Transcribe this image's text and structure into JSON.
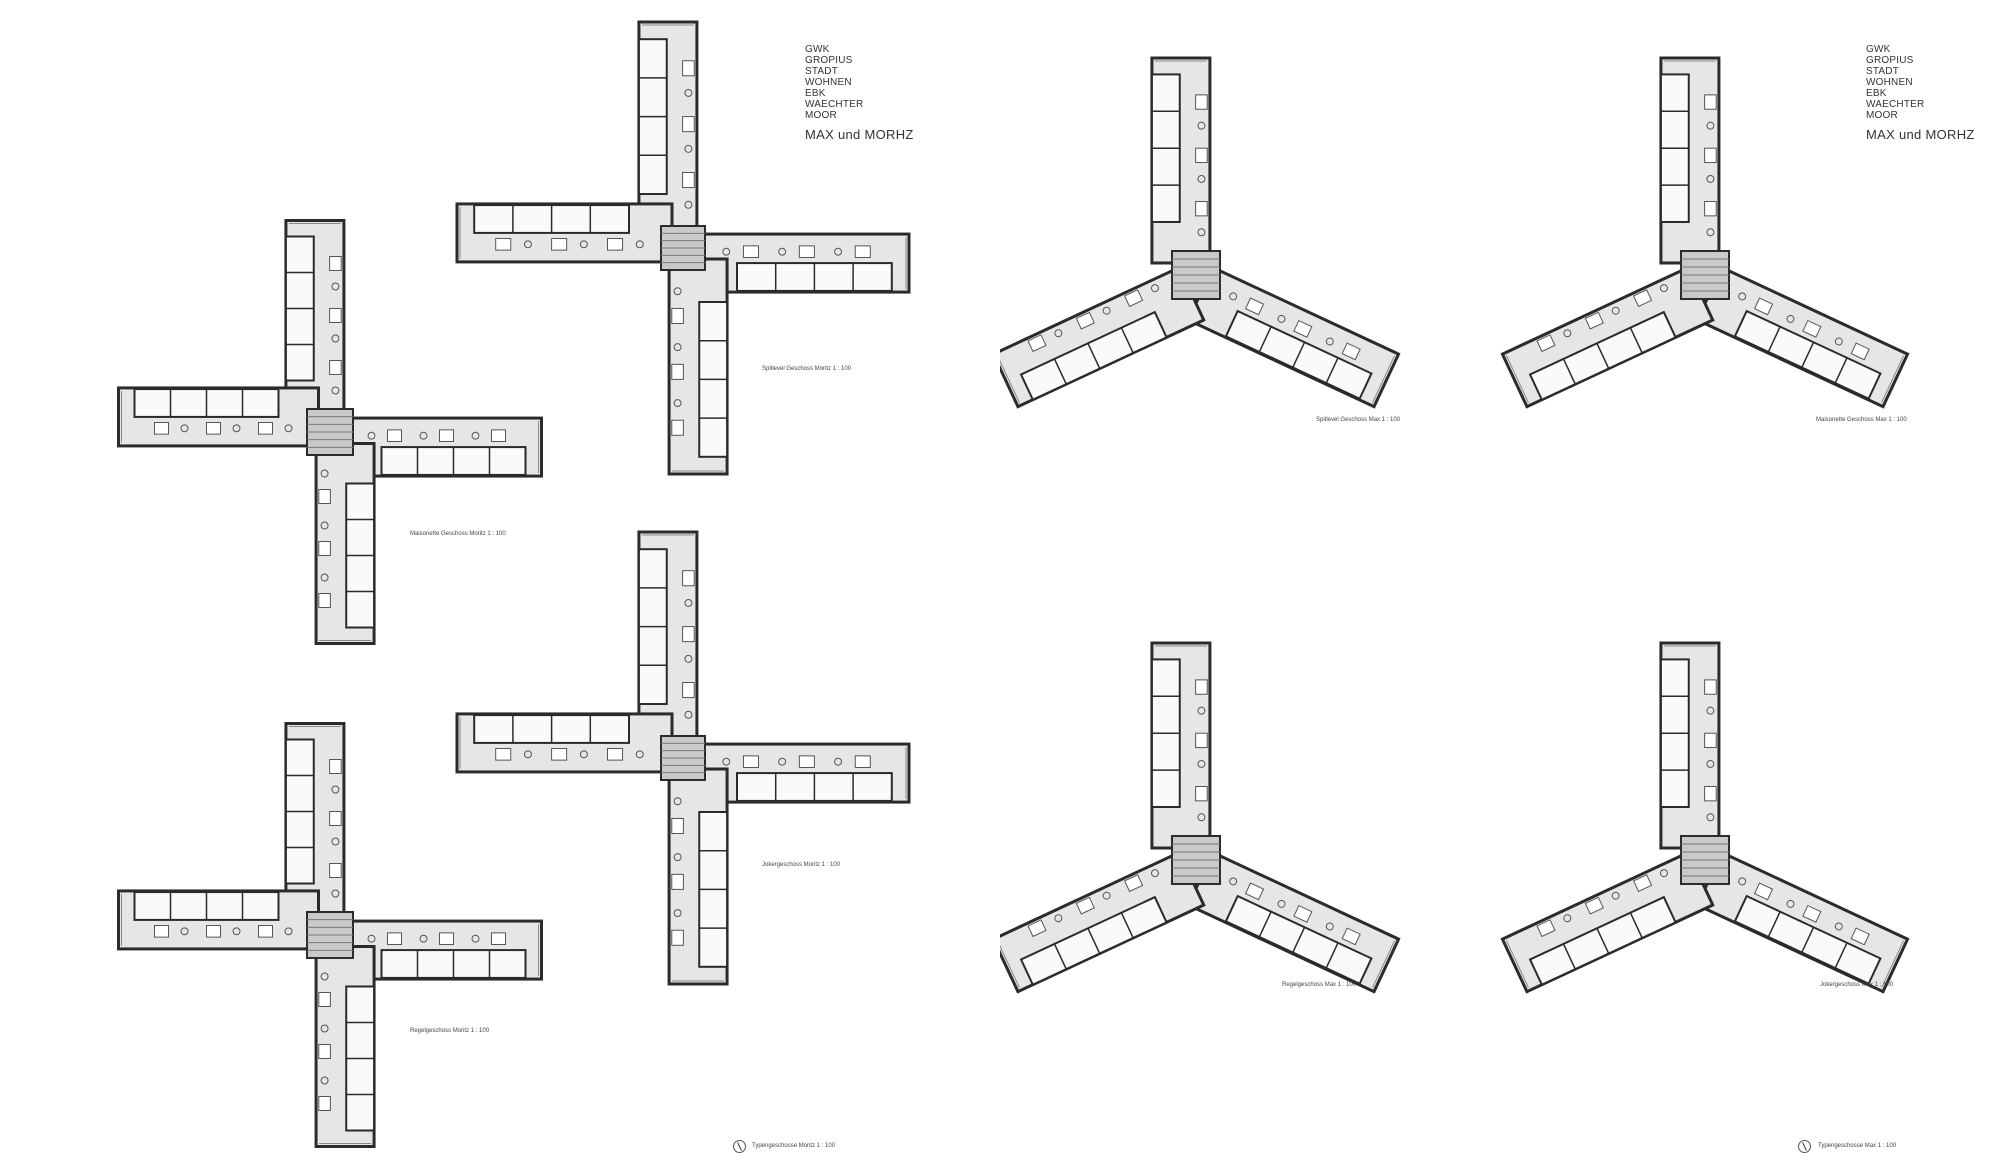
{
  "sheets": [
    {
      "title_block": {
        "lines": [
          "GWK",
          "GROPIUS",
          "STADT",
          "WOHNEN",
          "EBK",
          "WAECHTER",
          "MOOR"
        ],
        "brand": "MAX und MORHZ"
      },
      "captions": {
        "plan1": "Maisonette Geschoss Moritz 1 : 100",
        "plan2": "Spitlevel Geschoss Moritz 1 : 100",
        "plan3": "Regelgeschoss Moritz 1 : 100",
        "plan4": "Jokergeschoss Moritz 1 : 100",
        "footer": "Typengeschosse Moritz 1 : 100"
      }
    },
    {
      "title_block": {
        "lines": [
          "GWK",
          "GROPIUS",
          "STADT",
          "WOHNEN",
          "EBK",
          "WAECHTER",
          "MOOR"
        ],
        "brand": "MAX und MORHZ"
      },
      "captions": {
        "plan1": "Spitlevel Geschoss Max 1 : 100",
        "plan2": "Maisonette Geschoss Max 1 : 100",
        "plan3": "Regelgeschoss Max 1 : 100",
        "plan4": "Jokergeschoss Max 1 : 100",
        "footer": "Typengeschosse Max 1 : 100"
      }
    }
  ],
  "colors": {
    "wall": "#2b2b2b",
    "floor": "#e6e6e6",
    "room": "#fafafa",
    "core": "#c9c9c9",
    "line": "#555555"
  },
  "icons": [
    "north-arrow-icon"
  ]
}
